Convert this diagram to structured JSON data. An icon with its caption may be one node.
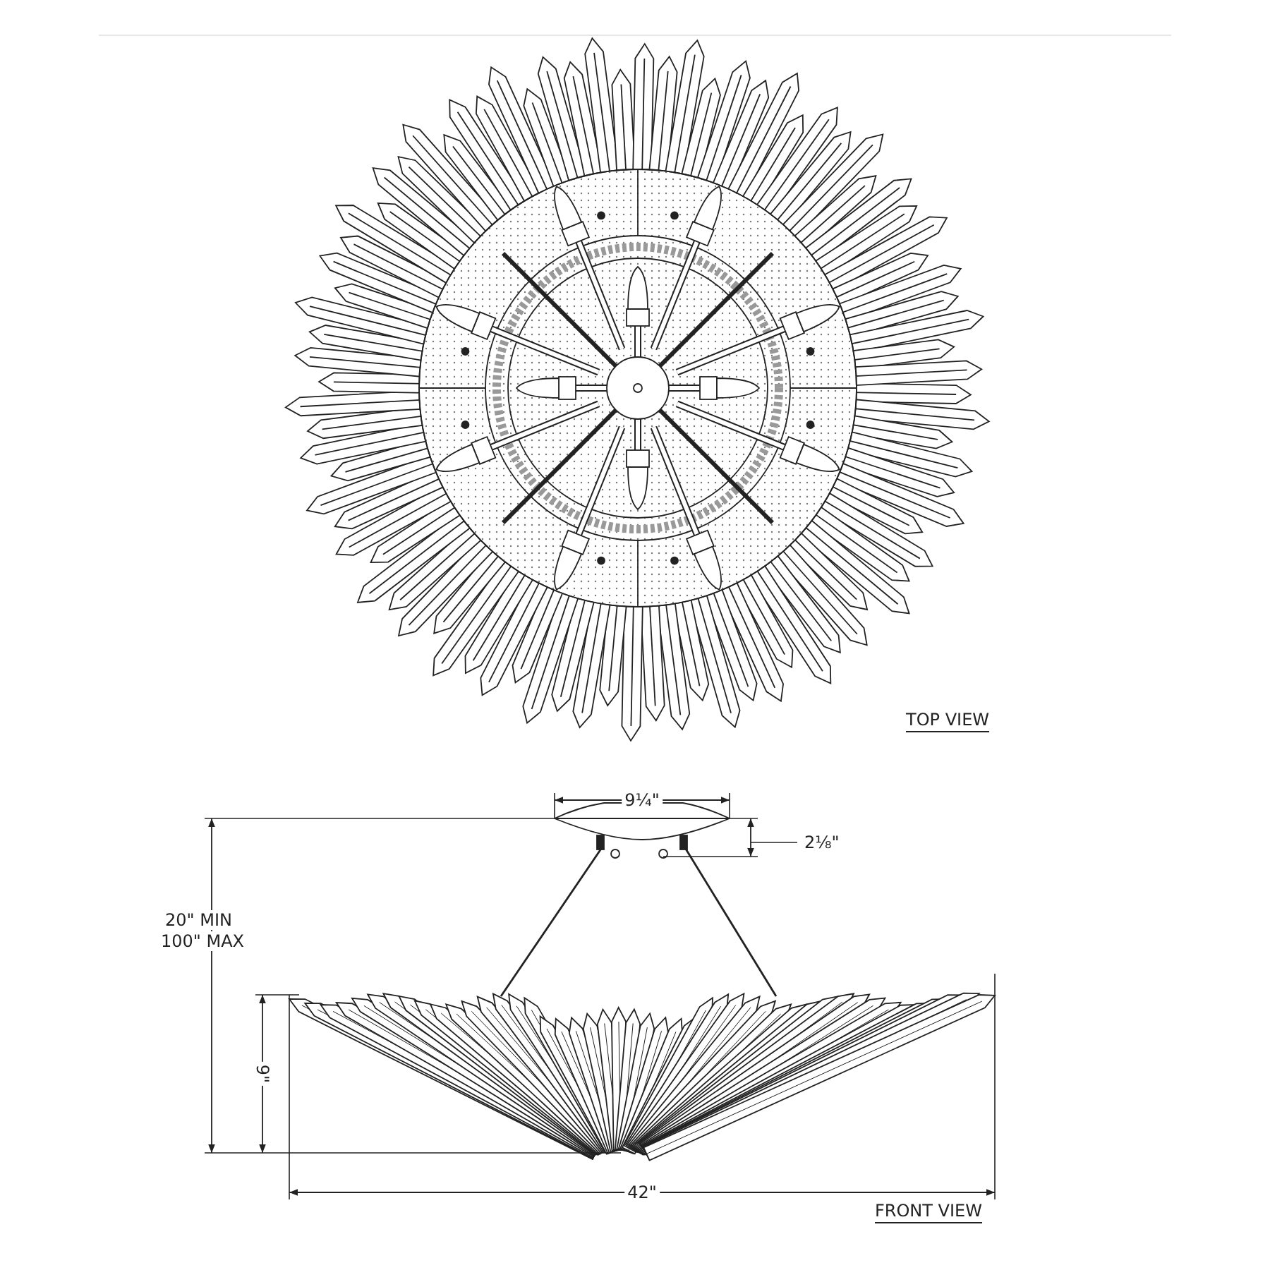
{
  "diagram": {
    "labels": [
      "TOP VIEW",
      "9¼\"",
      "2⅛\"",
      "20\" MIN",
      "100\" MAX",
      "9\"",
      "42\"",
      "FRONT VIEW"
    ]
  }
}
